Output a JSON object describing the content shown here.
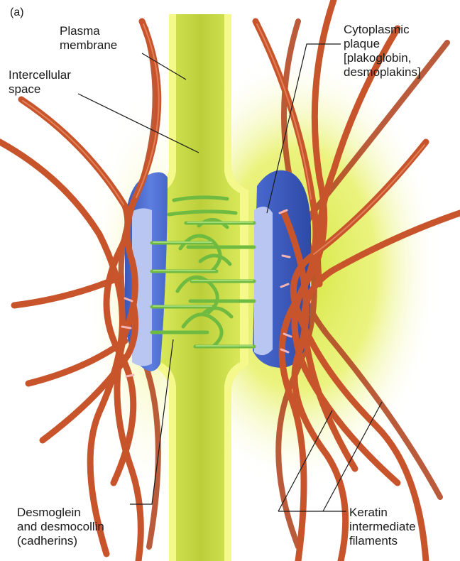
{
  "figure": {
    "panel_label": "(a)",
    "labels": {
      "plasma_membrane": [
        "Plasma",
        "membrane"
      ],
      "intercellular_space": [
        "Intercellular",
        "space"
      ],
      "cytoplasmic_plaque": [
        "Cytoplasmic",
        "plaque",
        "[plakoglobin,",
        "desmoplakins]"
      ],
      "desmoglein": [
        "Desmoglein",
        "and desmocollin",
        "(cadherins)"
      ],
      "keratin": [
        "Keratin",
        "intermediate",
        "filaments"
      ]
    },
    "colors": {
      "membrane": "#f4f77a",
      "cytoplasm": "#d7e84f",
      "intercellular": "#c9dc45",
      "plaque": "#4e6fd0",
      "plaque_highlight": "#b9c6f1",
      "keratin": "#c8542c",
      "cadherin": "#79c24a",
      "leader": "#1a1a1a"
    }
  }
}
